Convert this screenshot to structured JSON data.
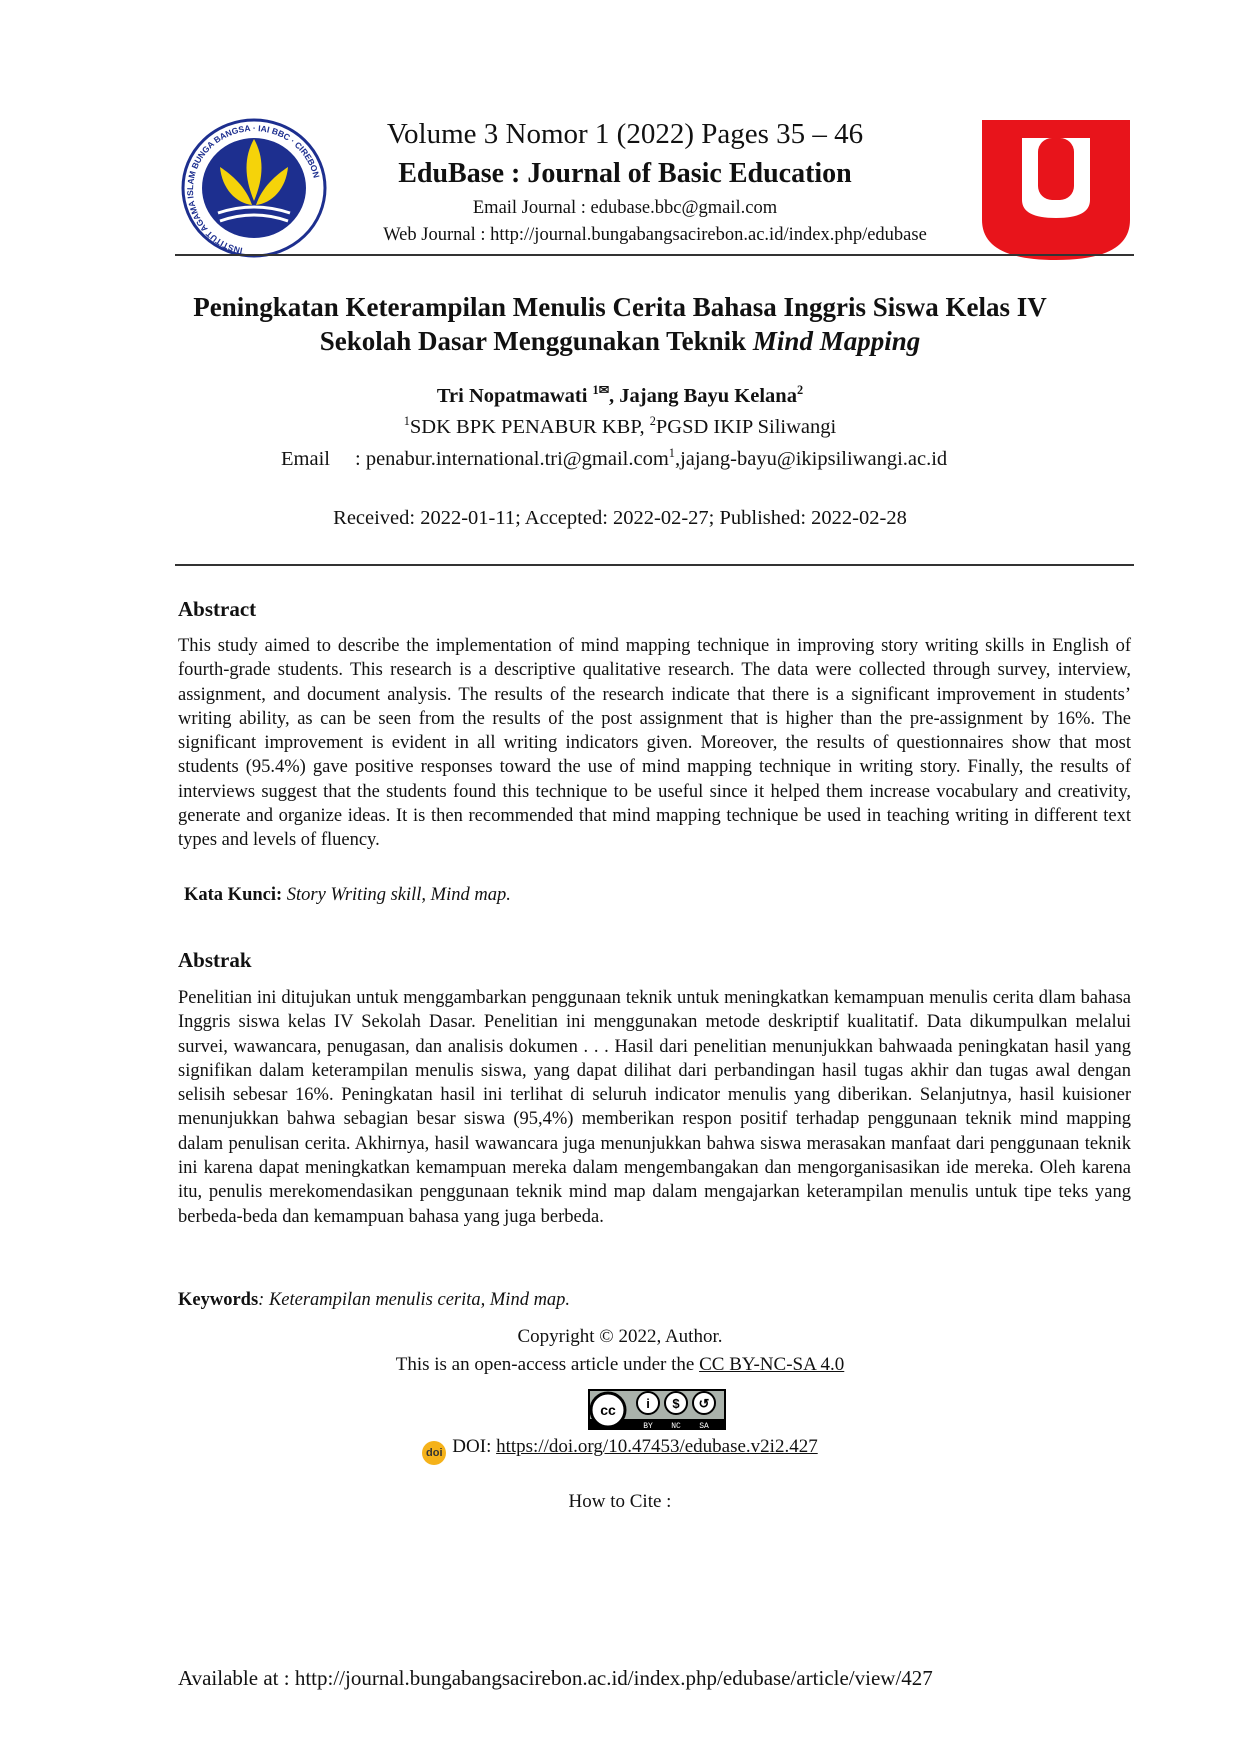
{
  "header": {
    "volume_line": "Volume 3 Nomor 1 (2022) Pages 35 – 46",
    "journal_name": "EduBase : Journal of Basic Education",
    "email_journal": "Email Journal : edubase.bbc@gmail.com",
    "web_journal": "Web Journal  : http://journal.bungabangsacirebon.ac.id/index.php/edubase",
    "left_logo_text": "INSTITUT AGAMA ISLAM BUNGA BANGSA · IAI BBC · CIREBON",
    "colors": {
      "logo_blue": "#1d2f8f",
      "logo_yellow": "#f5d30a",
      "u_logo_red": "#e8141b"
    }
  },
  "article": {
    "title_line1": "Peningkatan Keterampilan Menulis Cerita Bahasa Inggris Siswa Kelas IV",
    "title_line2_plain": "Sekolah Dasar Menggunakan Teknik ",
    "title_line2_italic": "Mind Mapping",
    "author1": "Tri Nopatmawati ",
    "author1_sup": "1",
    "author_sep": ", Jajang Bayu Kelana",
    "author2_sup": "2",
    "affil1_sup": "1",
    "affil1": "SDK BPK PENABUR KBP, ",
    "affil2_sup": "2",
    "affil2": "PGSD IKIP Siliwangi",
    "email_label": "Email",
    "email1": ": penabur.international.tri@gmail.com",
    "email1_sup": "1",
    "email2": ",jajang-bayu@ikipsiliwangi.ac.id",
    "dates": "Received: 2022-01-11; Accepted: 2022-02-27; Published: 2022-02-28"
  },
  "abstract": {
    "heading": "Abstract",
    "body": "This study aimed to describe the implementation of mind mapping technique in improving story writing skills in English of fourth-grade students. This research is a descriptive qualitative research. The data were collected through survey, interview, assignment, and document analysis. The results of the research indicate that there is a significant improvement in students’ writing ability, as can be seen from the results of the post assignment that is higher than the pre-assignment by 16%. The significant improvement is evident in all writing indicators given. Moreover, the results of questionnaires show that most students (95.4%) gave positive responses toward the use of mind mapping technique in writing story. Finally, the results of interviews suggest that the students found this technique to be useful since it helped them increase vocabulary and creativity, generate and organize ideas. It is then recommended that mind mapping technique be used in teaching writing in different text types and levels of fluency.",
    "keywords_label": "Kata Kunci:",
    "keywords": " Story Writing skill, Mind map."
  },
  "abstrak": {
    "heading": "Abstrak",
    "body": "Penelitian ini ditujukan untuk menggambarkan penggunaan teknik untuk meningkatkan kemampuan menulis cerita dlam bahasa Inggris siswa kelas IV Sekolah Dasar. Penelitian ini menggunakan metode deskriptif kualitatif. Data dikumpulkan melalui survei, wawancara, penugasan, dan analisis dokumen . . . Hasil dari penelitian menunjukkan bahwaada peningkatan hasil yang signifikan dalam keterampilan menulis siswa, yang dapat dilihat dari perbandingan hasil tugas akhir dan tugas awal dengan selisih sebesar 16%. Peningkatan hasil ini terlihat di seluruh indicator menulis yang diberikan. Selanjutnya, hasil kuisioner menunjukkan bahwa sebagian besar siswa (95,4%) memberikan respon positif terhadap penggunaan teknik mind mapping dalam penulisan cerita. Akhirnya, hasil wawancara juga menunjukkan bahwa siswa merasakan manfaat dari penggunaan teknik ini karena dapat meningkatkan kemampuan mereka dalam mengembangakan dan mengorganisasikan ide mereka. Oleh karena itu, penulis merekomendasikan penggunaan teknik mind map dalam mengajarkan keterampilan menulis untuk tipe teks yang berbeda-beda dan kemampuan bahasa yang juga berbeda.",
    "keywords_label": "Keywords",
    "keywords": ": Keterampilan menulis cerita, Mind map."
  },
  "license": {
    "copyright": "Copyright © 2022, Author.",
    "open_access_text": "This is an open-access article under the ",
    "license_link": "CC BY-NC-SA 4.0",
    "badge_labels": [
      "BY",
      "NC",
      "SA"
    ],
    "badge_cc": "cc",
    "doi_label": "DOI: ",
    "doi_icon_text": "doi",
    "doi_link": "https://doi.org/10.47453/edubase.v2i2.427",
    "how_to_cite": "How to Cite :"
  },
  "footer": {
    "available_at": "Available at : http://journal.bungabangsacirebon.ac.id/index.php/edubase/article/view/427"
  }
}
